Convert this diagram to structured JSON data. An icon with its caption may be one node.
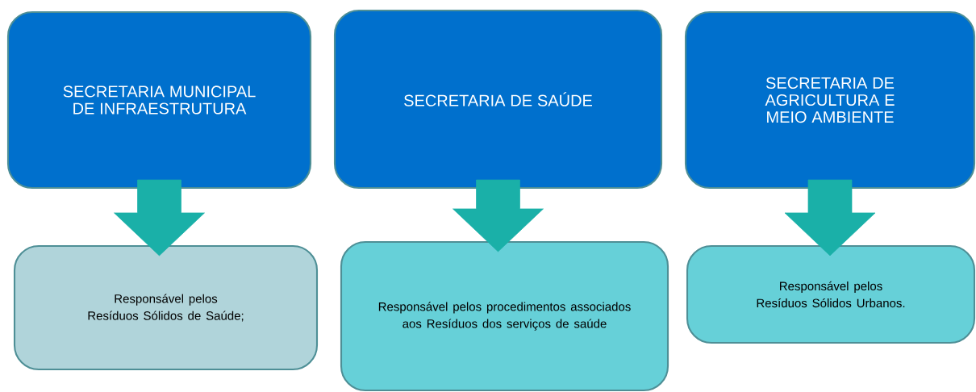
{
  "diagram": {
    "nodes": [
      {
        "text": [
          "SECRETARIA MUNICIPAL DE INFRAESTRUTURA"
        ]
      },
      {
        "text": [
          "SECRETARIA DE SAÚDE"
        ]
      },
      {
        "text": [
          "SECRETARIA DE AGRICULTURA E MEIO AMBIENTE"
        ]
      },
      {
        "text": [
          "Responsável pelos Resíduos Sólidos de Saúde;"
        ]
      },
      {
        "text": [
          "Responsável pelos procedimentos associados aos Resíduos dos serviços de saúde"
        ]
      },
      {
        "text": [
          "Responsável pelos Resíduos Sólidos Urbanos."
        ]
      }
    ],
    "edges": [
      {
        "from": 0,
        "to": 3,
        "arrow": "to"
      },
      {
        "from": 1,
        "to": 4,
        "arrow": "to"
      },
      {
        "from": 2,
        "to": 5,
        "arrow": "to"
      }
    ]
  }
}
